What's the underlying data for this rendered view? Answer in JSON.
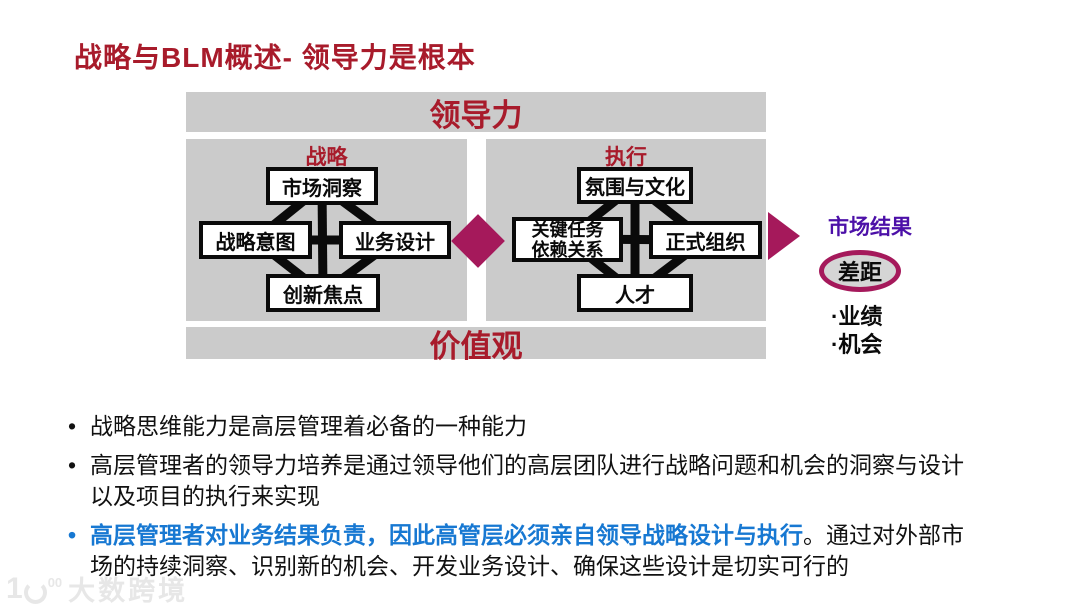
{
  "title": "战略与BLM概述- 领导力是根本",
  "colors": {
    "dark_red": "#A81B2B",
    "magenta_accent": "#A5195B",
    "purple": "#4C10A8",
    "panel_gray": "#CBCBCB",
    "highlight_blue": "#1778D2"
  },
  "diagram": {
    "top_banner": "领导力",
    "bottom_banner": "价值观",
    "left_panel": {
      "label": "战略",
      "top_box": "市场洞察",
      "left_box": "战略意图",
      "right_box": "业务设计",
      "bottom_box": "创新焦点"
    },
    "right_panel": {
      "label": "执行",
      "top_box": "氛围与文化",
      "left_box": "关键任务\n依赖关系",
      "right_box": "正式组织",
      "bottom_box": "人才"
    },
    "market": {
      "title": "市场结果",
      "gap_label": "差距",
      "items": [
        "·业绩",
        "·机会"
      ]
    }
  },
  "bullets": {
    "marker": "•",
    "b1": "战略思维能力是高层管理着必备的一种能力",
    "b2": "高层管理者的领导力培养是通过领导他们的高层团队进行战略问题和机会的洞察与设计以及项目的执行来实现",
    "b3_blue": "高层管理者对业务结果负责，因此高管层必须亲自领导战略设计与执行",
    "b3_black": "。通过对外部市场的持续洞察、识别新的机会、开发业务设计、确保这些设计是切实可行的"
  },
  "watermark": {
    "logo_prefix": "1",
    "logo_suffix": "00",
    "brand": "大数跨境"
  }
}
